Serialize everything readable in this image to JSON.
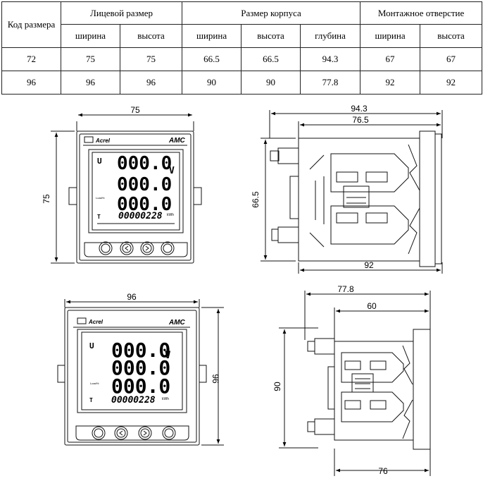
{
  "table": {
    "header": {
      "code": "Код размера",
      "face": "Лицевой размер",
      "body": "Размер корпуса",
      "hole": "Монтажное отверстие",
      "width": "ширина",
      "height": "высота",
      "depth": "глубина"
    },
    "rows": [
      [
        "72",
        "75",
        "75",
        "66.5",
        "66.5",
        "94.3",
        "67",
        "67"
      ],
      [
        "96",
        "96",
        "96",
        "90",
        "90",
        "77.8",
        "92",
        "92"
      ]
    ]
  },
  "diagram72": {
    "front_width": "75",
    "front_height": "75",
    "side_depth": "94.3",
    "side_body": "76.5",
    "side_height": "66.5",
    "side_hole": "92"
  },
  "diagram96": {
    "front_width": "96",
    "front_height": "96",
    "side_depth": "77.8",
    "side_body": "60",
    "side_height": "90",
    "side_hole": "76"
  },
  "meter": {
    "brand": "Acrel",
    "model": "AMC",
    "label_u": "U",
    "digits": "000.0",
    "unit_v": "V",
    "energy": "00000228",
    "energy_unit": "kWh",
    "label_t": "T",
    "small_label": "Load%"
  }
}
